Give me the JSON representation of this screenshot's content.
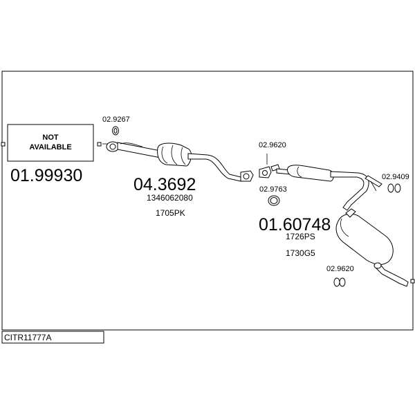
{
  "part_numbers": {
    "not_available_block": "NOT\nAVAILABLE",
    "front_pipe": "01.99930",
    "catalyst": "04.3692",
    "catalyst_ref1": "1346062080",
    "catalyst_ref2": "1705PK",
    "middle_silencer": "01.60748",
    "middle_ref1": "1726PS",
    "middle_ref2": "1730G5",
    "gasket_front": "02.9267",
    "gasket_mid_top": "02.9620",
    "gasket_ring": "02.9763",
    "hanger_right": "02.9409",
    "gasket_rear": "02.9620"
  },
  "not_available_line1": "NOT",
  "not_available_line2": "AVAILABLE",
  "footer_code": "CITR11777A"
}
